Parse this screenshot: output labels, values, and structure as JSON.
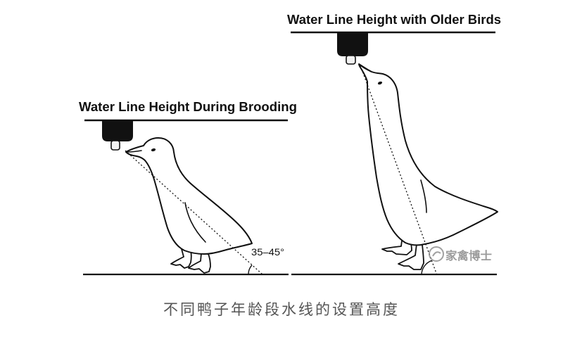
{
  "colors": {
    "ink": "#111111",
    "caption": "#555555",
    "watermark": "#8a8a8a",
    "background": "#ffffff"
  },
  "brooding": {
    "title": "Water Line Height During Brooding",
    "angle_label": "35–45°"
  },
  "older_birds": {
    "title": "Water Line Height with Older Birds"
  },
  "watermark": {
    "text": "家禽博士",
    "icon": "watermark-logo-icon"
  },
  "caption": "不同鸭子年龄段水线的设置高度"
}
